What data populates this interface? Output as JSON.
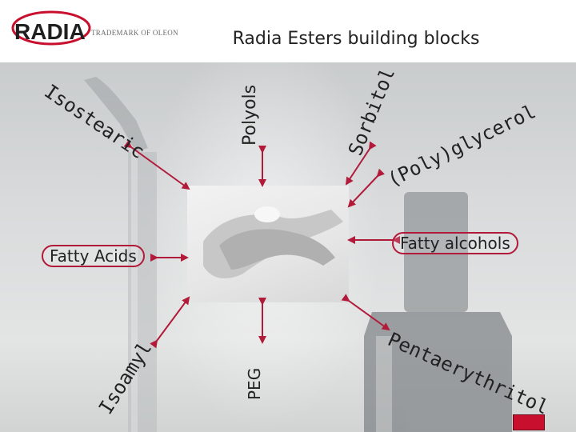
{
  "header": {
    "logo_text": "RADIA",
    "trademark": "TRADEMARK OF OLEON",
    "title": "Radia Esters building blocks"
  },
  "labels": {
    "isostearic": "Isostearic",
    "polyols": "Polyols",
    "sorbitol": "Sorbitol",
    "polyglycerol": "(Poly)glycerol",
    "fatty_acids": "Fatty Acids",
    "fatty_alcohols": "Fatty alcohols",
    "isoamyl": "Isoamyl",
    "peg": "PEG",
    "pentaerythritol": "Pentaerythritol"
  },
  "colors": {
    "accent": "#b21a3a",
    "arrow": "#b21a3a",
    "text": "#222222"
  },
  "icons": [
    "mascara-brush",
    "bottle",
    "hands-photo"
  ]
}
